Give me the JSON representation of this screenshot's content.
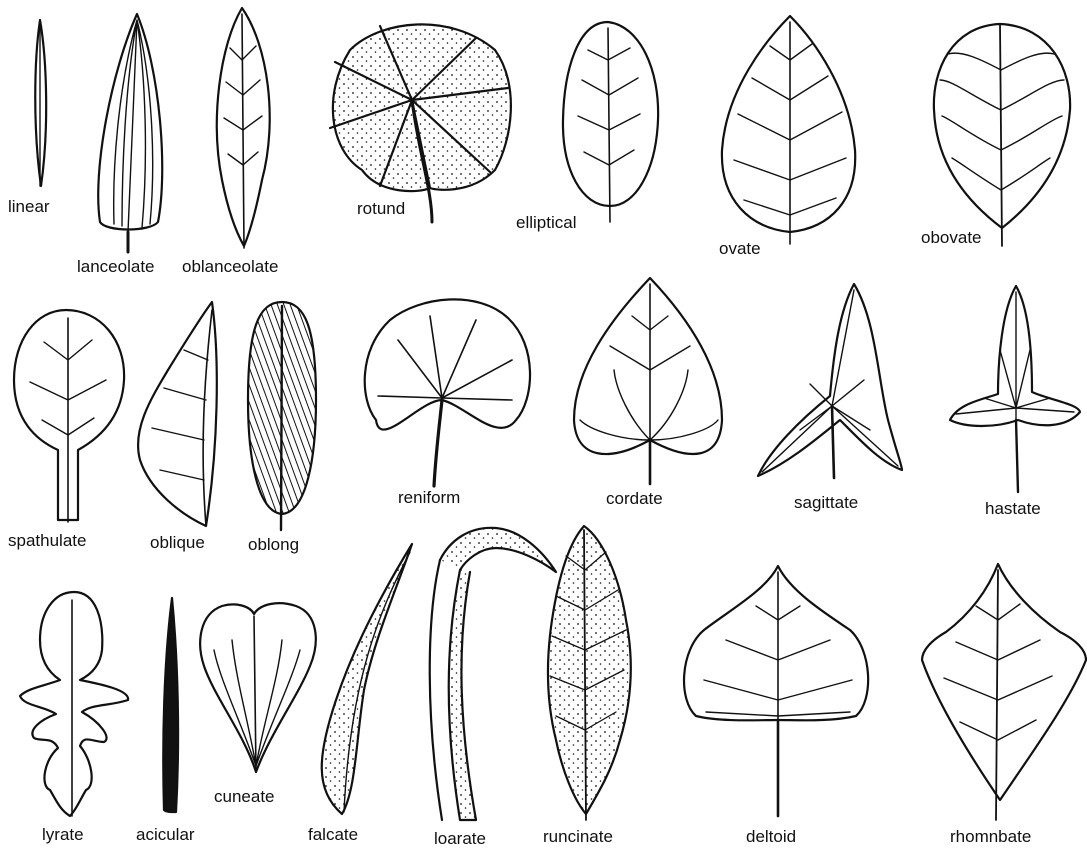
{
  "figure": {
    "labels": {
      "linear": "linear",
      "lanceolate": "lanceolate",
      "oblanceolate": "oblanceolate",
      "rotund": "rotund",
      "elliptical": "elliptical",
      "ovate": "ovate",
      "obovate": "obovate",
      "spathulate": "spathulate",
      "oblique": "oblique",
      "oblong": "oblong",
      "reniform": "reniform",
      "cordate": "cordate",
      "sagittate": "sagittate",
      "hastate": "hastate",
      "lyrate": "lyrate",
      "acicular": "acicular",
      "cuneate": "cuneate",
      "falcate": "falcate",
      "loarate": "loarate",
      "runcinate": "runcinate",
      "deltoid": "deltoid",
      "rhomnbate": "rhomnbate"
    }
  },
  "colors": {
    "ink": "#111111",
    "background": "#ffffff"
  }
}
